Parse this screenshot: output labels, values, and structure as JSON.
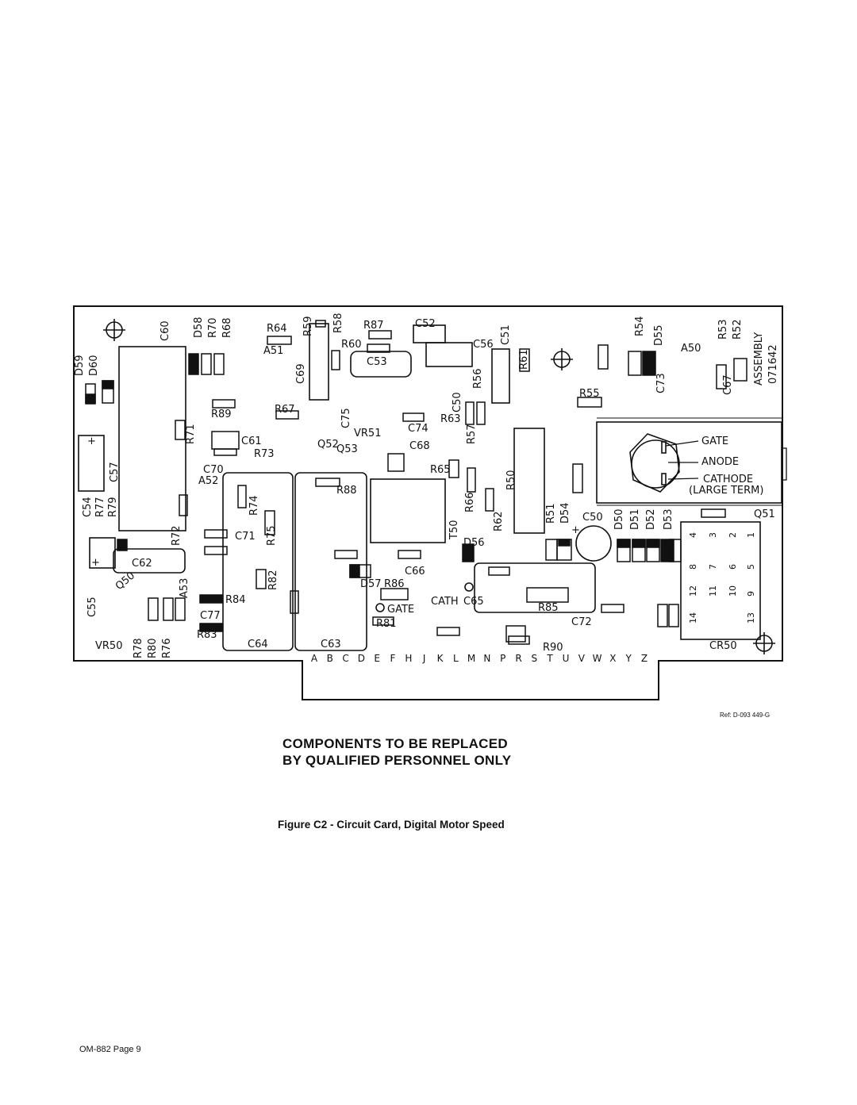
{
  "board": {
    "assembly_label": "ASSEMBLY",
    "assembly_number": "071642",
    "edge_letters": [
      "A",
      "B",
      "C",
      "D",
      "E",
      "F",
      "H",
      "J",
      "K",
      "L",
      "M",
      "N",
      "P",
      "R",
      "S",
      "T",
      "U",
      "V",
      "W",
      "X",
      "Y",
      "Z"
    ],
    "plus_sign": "+",
    "labels": {
      "D59": "D59",
      "D60": "D60",
      "C60": "C60",
      "D58": "D58",
      "R70": "R70",
      "R68": "R68",
      "R64": "R64",
      "A51": "A51",
      "R59": "R59",
      "R58": "R58",
      "R87": "R87",
      "C52": "C52",
      "R60": "R60",
      "C53": "C53",
      "C56": "C56",
      "C51": "C51",
      "R61": "R61",
      "R54": "R54",
      "D55": "D55",
      "A50": "A50",
      "R53": "R53",
      "R52": "R52",
      "C69": "C69",
      "R56": "R56",
      "C50_top": "C50",
      "C73": "C73",
      "C67": "C67",
      "R89": "R89",
      "R67": "R67",
      "C75": "C75",
      "R55": "R55",
      "R71": "R71",
      "VR51": "VR51",
      "R63": "R63",
      "C74": "C74",
      "R57": "R57",
      "C61": "C61",
      "R73": "R73",
      "Q52": "Q52",
      "Q53": "Q53",
      "C68": "C68",
      "C57": "C57",
      "C70": "C70",
      "A52": "A52",
      "R65": "R65",
      "R50": "R50",
      "R88": "R88",
      "GATE": "GATE",
      "ANODE": "ANODE",
      "CATHODE": "CATHODE",
      "LARGE_TERM": "(LARGE TERM)",
      "C54": "C54",
      "R77": "R77",
      "R79": "R79",
      "R74": "R74",
      "R66": "R66",
      "R51": "R51",
      "D54": "D54",
      "T50": "T50",
      "R62": "R62",
      "C50": "C50",
      "D50": "D50",
      "D51": "D51",
      "D52": "D52",
      "D53": "D53",
      "Q51": "Q51",
      "R72": "R72",
      "C71": "C71",
      "R75": "R75",
      "D56": "D56",
      "C62": "C62",
      "R82": "R82",
      "C66": "C66",
      "Q50": "Q50",
      "A53": "A53",
      "D57": "D57",
      "R86": "R86",
      "C55": "C55",
      "R84": "R84",
      "CATH": "CATH",
      "C65": "C65",
      "C77": "C77",
      "GATE2": "GATE",
      "R85": "R85",
      "C72": "C72",
      "R81": "R81",
      "R83": "R83",
      "VR50": "VR50",
      "R78": "R78",
      "R80": "R80",
      "R76": "R76",
      "C64": "C64",
      "C63": "C63",
      "R90": "R90",
      "CR50": "CR50"
    },
    "relay_pins": [
      "4",
      "3",
      "2",
      "1",
      "8",
      "7",
      "6",
      "5",
      "12",
      "11",
      "10",
      "9",
      "14",
      "",
      "",
      "13"
    ]
  },
  "reference": "Ref: D-093 449-G",
  "warning": {
    "line1": "COMPONENTS TO BE REPLACED",
    "line2": "BY QUALIFIED PERSONNEL ONLY"
  },
  "figure_caption": "Figure C2 - Circuit Card, Digital Motor Speed",
  "page_footer": "OM-882 Page 9"
}
